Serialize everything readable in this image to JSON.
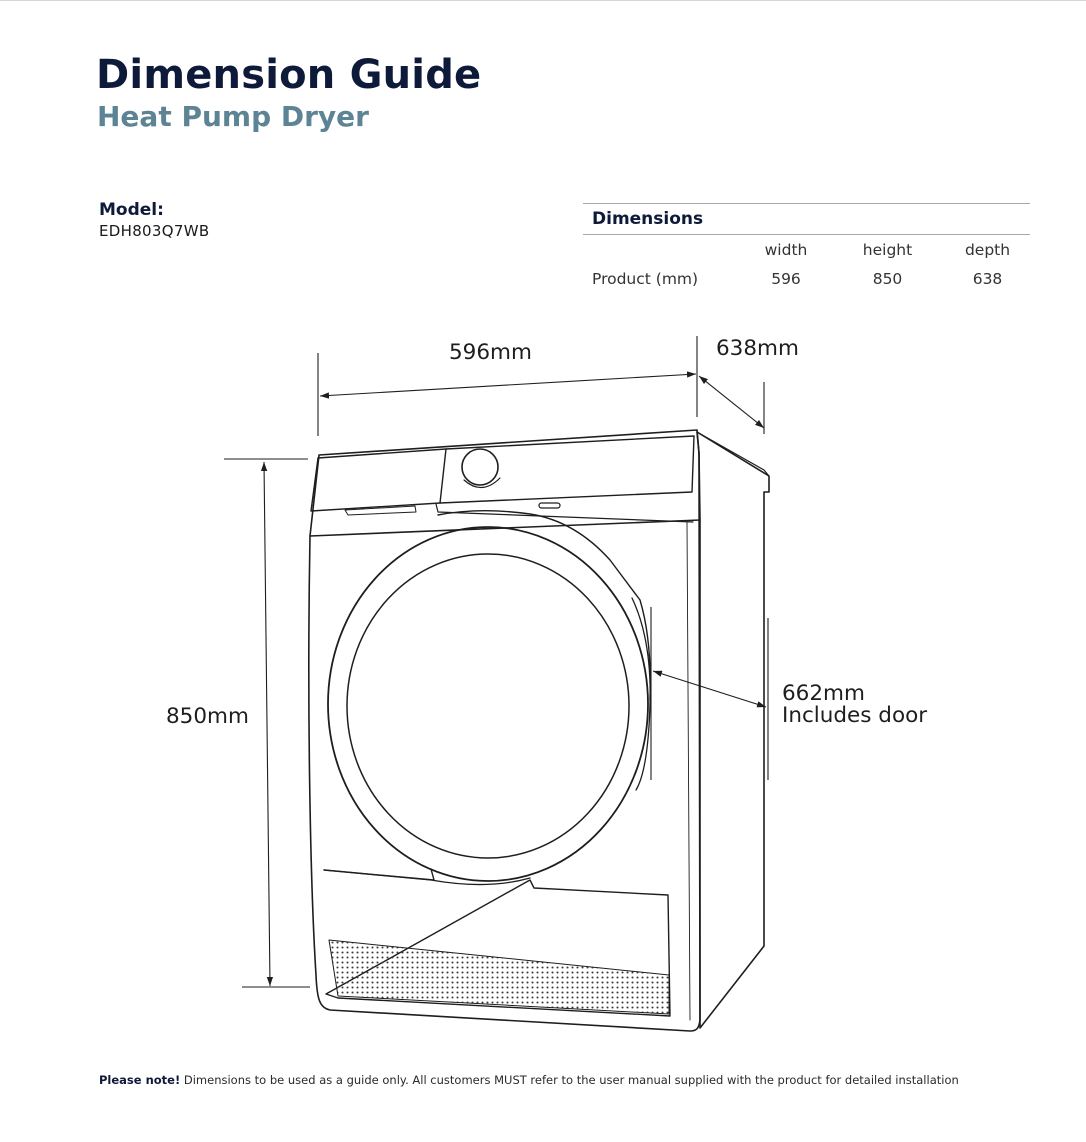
{
  "header": {
    "title": "Dimension Guide",
    "subtitle": "Heat Pump Dryer"
  },
  "model": {
    "label": "Model:",
    "value": "EDH803Q7WB"
  },
  "dimensions_table": {
    "title": "Dimensions",
    "columns": [
      "width",
      "height",
      "depth"
    ],
    "rows": [
      {
        "label": "Product (mm)",
        "values": [
          "596",
          "850",
          "638"
        ]
      }
    ]
  },
  "drawing": {
    "width_label": "596mm",
    "depth_label": "638mm",
    "height_label": "850mm",
    "door_depth_label": "662mm",
    "door_depth_note": "Includes door"
  },
  "footer": {
    "note_bold": "Please note!",
    "note_text": " Dimensions to be used as a guide only. All customers MUST refer to the user manual supplied with the product for detailed installation"
  }
}
